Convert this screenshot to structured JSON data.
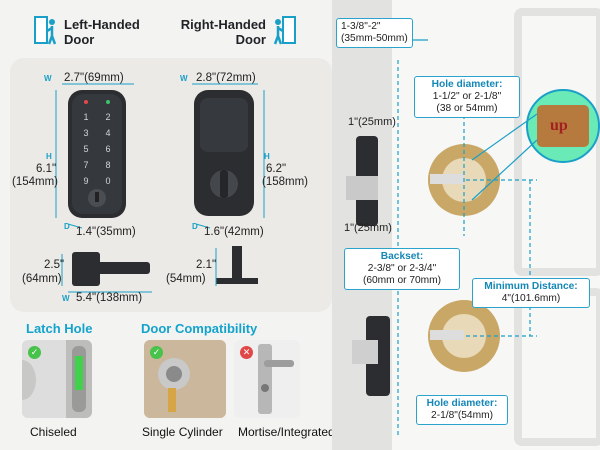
{
  "header": {
    "left_handed_line1": "Left-Handed",
    "left_handed_line2": "Door",
    "right_handed_line1": "Right-Handed",
    "right_handed_line2": "Door"
  },
  "front_lock": {
    "width": "2.7\"(69mm)",
    "height_in": "6.1\"",
    "height_mm": "(154mm)",
    "depth": "1.4\"(35mm)"
  },
  "back_lock": {
    "width": "2.8\"(72mm)",
    "height_in": "6.2\"",
    "height_mm": "(158mm)",
    "depth": "1.6\"(42mm)"
  },
  "lever": {
    "height_in": "2.5\"",
    "height_mm": "(64mm)",
    "width": "5.4\"(138mm)",
    "depth_in": "2.1\"",
    "depth_mm": "(54mm)"
  },
  "axis_letters": {
    "w": "W",
    "h": "H",
    "d": "D"
  },
  "latch_hole": {
    "title": "Latch Hole",
    "caption": "Chiseled"
  },
  "door_compat": {
    "title": "Door Compatibility",
    "option1": "Single Cylinder",
    "option2": "Mortise/Integrated"
  },
  "callouts": {
    "thickness": "1-3/8\"-2\"\n(35mm-50mm)",
    "latch_h": "1\"(25mm)",
    "latch_w": "1\"(25mm)",
    "hole1_title": "Hole diameter:",
    "hole1_text": "1-1/2\" or 2-1/8\"\n(38 or 54mm)",
    "backset_title": "Backset:",
    "backset_text": "2-3/8\" or 2-3/4\"\n(60mm or 70mm)",
    "min_title": "Minimum Distance:",
    "min_text": "4\"(101.6mm)",
    "hole2_title": "Hole diameter:",
    "hole2_text": "2-1/8\"(54mm)",
    "up_label": "up"
  },
  "colors": {
    "accent": "#1aa0c8",
    "finish": "#2b2d31",
    "brass": "#c9a766"
  }
}
